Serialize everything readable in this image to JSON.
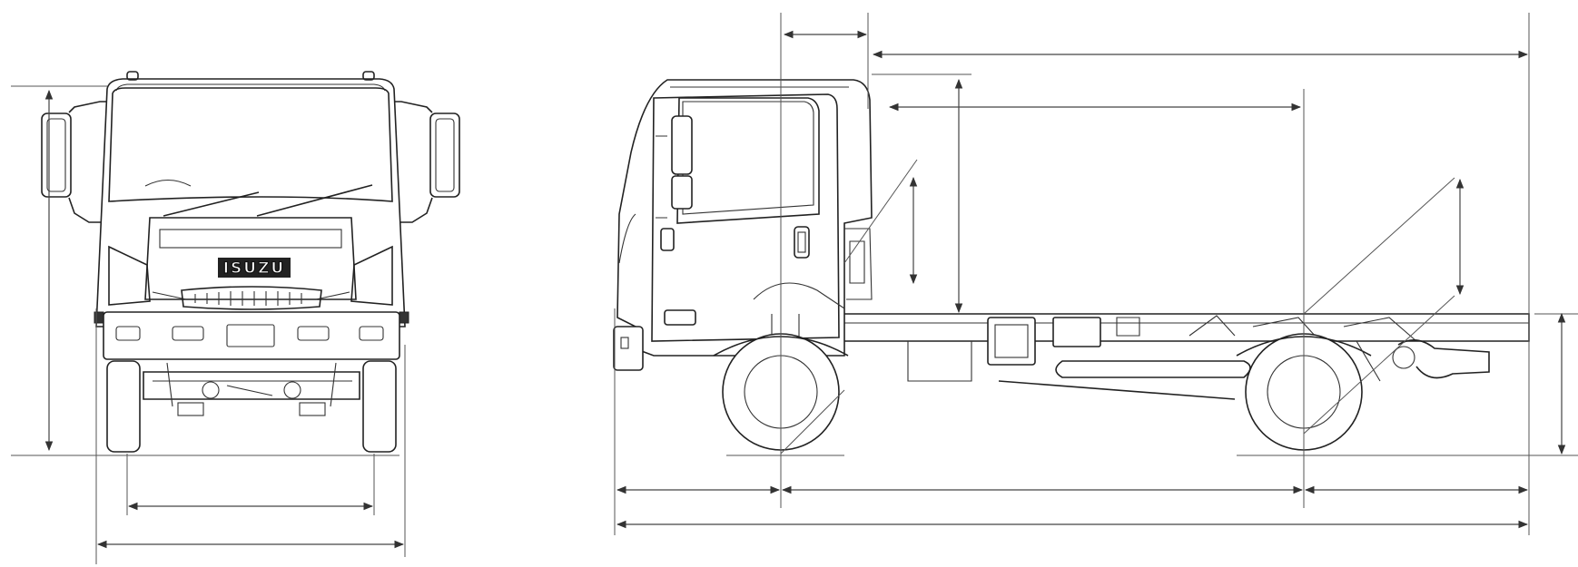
{
  "drawing": {
    "views": [
      "front-view",
      "side-view"
    ],
    "logo_text": "ISUZU",
    "line_color": "#222222",
    "background": "#ffffff"
  }
}
